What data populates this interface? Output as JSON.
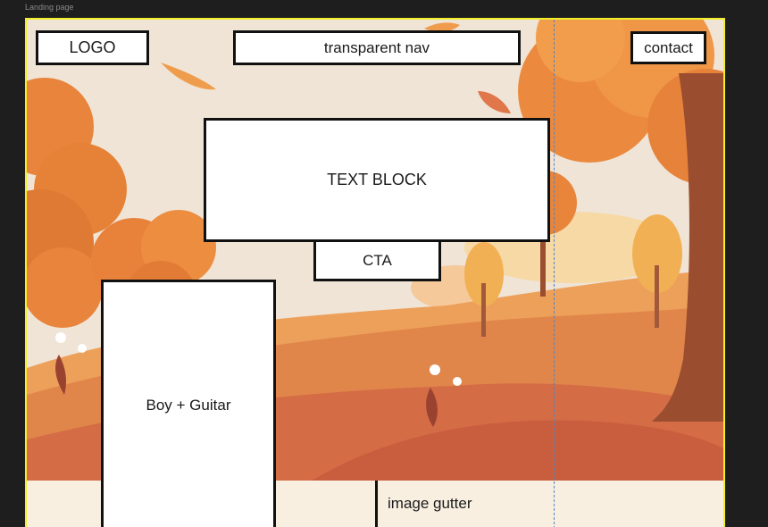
{
  "frame": {
    "label": "Landing page"
  },
  "wireframe": {
    "logo": "LOGO",
    "nav": "transparent nav",
    "contact": "contact",
    "text_block": "TEXT BLOCK",
    "cta": "CTA",
    "hero_image": "Boy + Guitar",
    "gutter": "image gutter"
  },
  "colors": {
    "frame_border": "#f2ee2a",
    "canvas_bg": "#1e1e1e",
    "sky": "#efe4d6",
    "foliage_orange": "#e9843c",
    "hill_dark": "#d06a45",
    "trunk": "#9a4d2f",
    "guide_line": "#4f86c6"
  }
}
